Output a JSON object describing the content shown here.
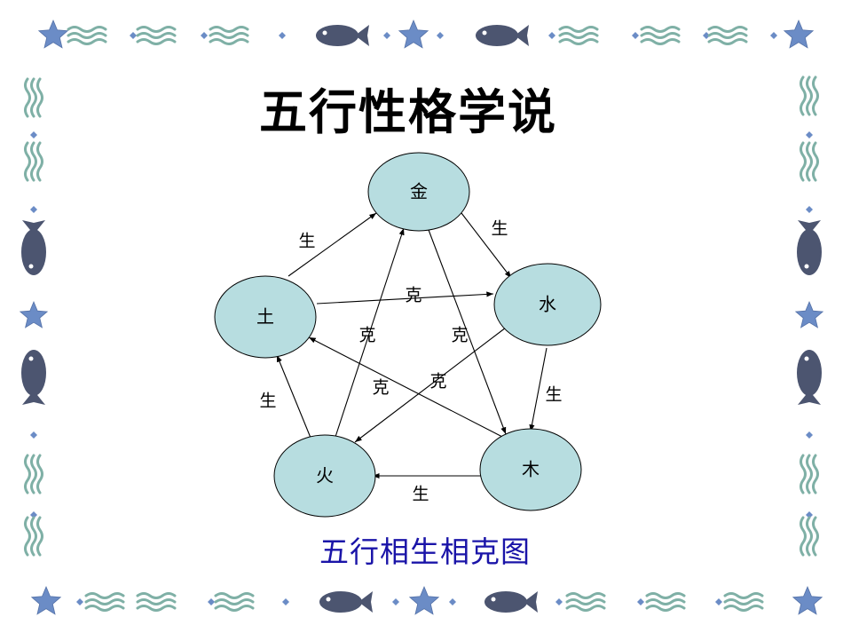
{
  "title": "五行性格学说",
  "caption": "五行相生相克图",
  "colors": {
    "node_fill": "#b7dde0",
    "caption": "#1a14a8",
    "fish": "#4c5570",
    "star": "#6b8cc6",
    "wave": "#7fb0a6"
  },
  "diagram": {
    "nodes": [
      {
        "id": "metal",
        "label": "金"
      },
      {
        "id": "water",
        "label": "水"
      },
      {
        "id": "wood",
        "label": "木"
      },
      {
        "id": "fire",
        "label": "火"
      },
      {
        "id": "earth",
        "label": "土"
      }
    ],
    "edges": [
      {
        "from": "metal",
        "to": "water",
        "label": "生"
      },
      {
        "from": "water",
        "to": "wood",
        "label": "生"
      },
      {
        "from": "wood",
        "to": "fire",
        "label": "生"
      },
      {
        "from": "fire",
        "to": "earth",
        "label": "生"
      },
      {
        "from": "earth",
        "to": "metal",
        "label": "生"
      },
      {
        "from": "earth",
        "to": "water",
        "label": "克"
      },
      {
        "from": "water",
        "to": "fire",
        "label": "克"
      },
      {
        "from": "fire",
        "to": "metal",
        "label": "克"
      },
      {
        "from": "metal",
        "to": "wood",
        "label": "克"
      },
      {
        "from": "wood",
        "to": "earth",
        "label": "克"
      }
    ]
  }
}
